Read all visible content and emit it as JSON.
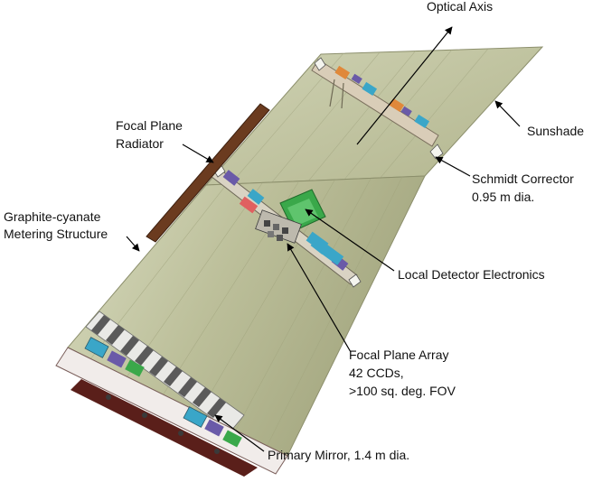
{
  "labels": {
    "optical_axis": "Optical Axis",
    "sunshade": "Sunshade",
    "focal_plane_radiator": [
      "Focal Plane",
      "Radiator"
    ],
    "schmidt_corrector": [
      "Schmidt Corrector",
      "0.95 m dia."
    ],
    "metering_structure": [
      "Graphite-cyanate",
      "Metering Structure"
    ],
    "local_detector_electronics": "Local Detector Electronics",
    "focal_plane_array": [
      "Focal Plane Array",
      "42 CCDs,",
      ">100 sq. deg. FOV"
    ],
    "primary_mirror": "Primary Mirror, 1.4 m dia."
  },
  "colors": {
    "tube_body": "#bcbf9a",
    "tube_light": "#e0e2c8",
    "tube_dark": "#9a9e78",
    "radiator": "#6b3b1f",
    "mirror_dark": "#5a1f1a",
    "component_orange": "#e0883a",
    "component_blue": "#3aa6c8",
    "component_green": "#3aa84a",
    "component_purple": "#6a5aa8",
    "pointer": "#000000"
  }
}
